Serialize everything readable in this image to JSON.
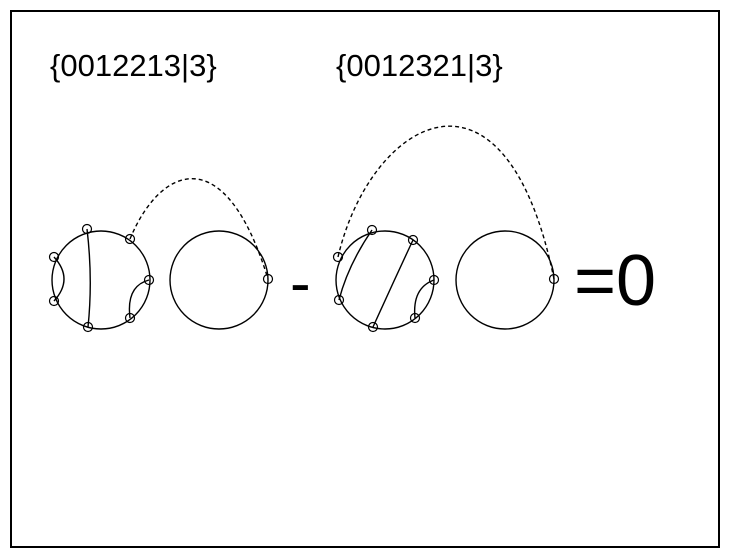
{
  "labels": {
    "left_code": "{0012213|3}",
    "right_code": "{0012321|3}"
  },
  "equation": {
    "minus": "-",
    "result": "=0"
  },
  "colors": {
    "ink": "#000000",
    "background": "#ffffff"
  }
}
